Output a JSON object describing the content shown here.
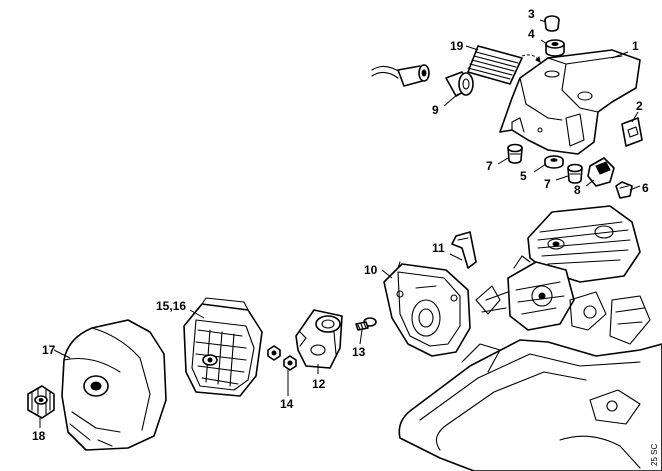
{
  "diagram": {
    "callouts": [
      "1",
      "2",
      "3",
      "4",
      "5",
      "6",
      "7",
      "7",
      "8",
      "9",
      "10",
      "11",
      "12",
      "13",
      "14",
      "15,16",
      "17",
      "18",
      "19"
    ],
    "drawing_code": "25 SC"
  }
}
